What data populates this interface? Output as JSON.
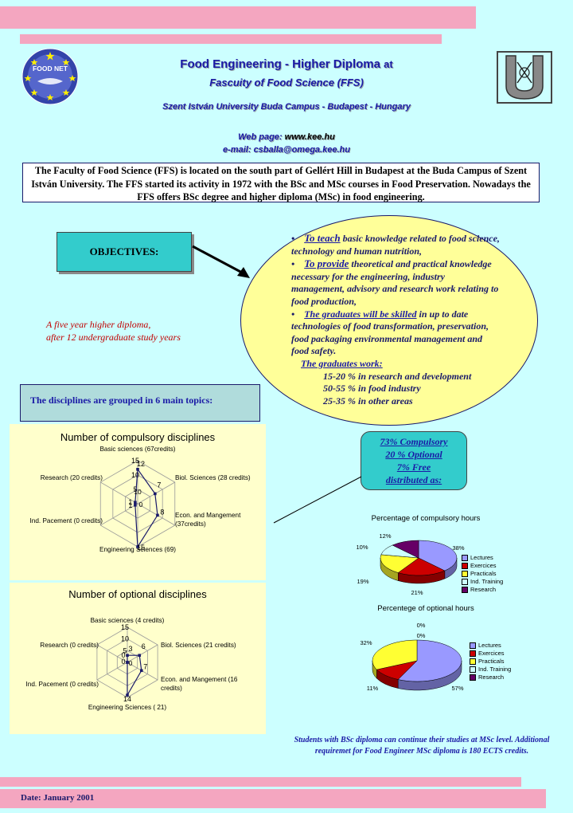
{
  "header": {
    "title": "Food Engineering - Higher Diploma",
    "title_suffix": "at",
    "faculty": "Fascuity of Food Science  (FFS)",
    "university": "Szent István University  Buda Campus -  Budapest - Hungary",
    "web_label": "Web page:",
    "web_value": "www.kee.hu",
    "email_label": "e-mail:",
    "email_value": "csballa@omega.kee.hu"
  },
  "logos": {
    "left_text": "FOOD NET",
    "left_color": "#3344aa",
    "right_letter": "U"
  },
  "intro": "The Faculty of Food Science (FFS) is located on the south part of Gellért Hill in Budapest at the Buda Campus of Szent István University. The FFS started its activity in 1972 with the BSc and MSc courses in Food Preservation. Nowadays the FFS offers  BSc degree and higher diploma (MSc) in food engineering.",
  "objectives": {
    "label": "OBJECTIVES:",
    "teach_kw": "To teach",
    "teach_text": " basic knowledge related to food science, technology and human nutrition,",
    "provide_kw": "To provide",
    "provide_text": " theoretical and practical knowledge  necessary for the engineering, industry management, advisory and research work relating to food production,",
    "graduates_kw": "The graduates will be skilled",
    "graduates_text": " in up to date technologies of food transformation, preservation, food packaging  environmental management and food safety.",
    "work_heading": "The graduates work:",
    "work_items": [
      "15-20 % in research and development",
      "50-55 % in food industry",
      "25-35 % in other areas"
    ]
  },
  "five_year": {
    "line1": "A five year higher diploma,",
    "line2": "after 12 undergraduate study years"
  },
  "disciplines_label": "The disciplines are grouped in 6 main topics:",
  "distribution": {
    "line1": "73% Compulsory",
    "line2": "20 % Optional",
    "line3": "7% Free",
    "line4": "distributed as:"
  },
  "footnote": "Students with BSc diploma can  continue  their studies at MSc level. Additional requiremet  for  Food  Engineer MSc  diploma  is 180 ECTS credits.",
  "date": "Date: January 2001",
  "chart_data": [
    {
      "type": "radar",
      "title": "Number of compulsory disciplines",
      "categories": [
        "Basic sciences (67credits)",
        "Biol. Sciences (28 credits)",
        "Econ. and Mangement (37credits)",
        "Engineering Sciences (69)",
        "Ind. Pacement (0 credits)",
        "Research (20 credits)"
      ],
      "values": [
        12,
        7,
        8,
        15,
        1,
        1
      ],
      "value_labels": [
        "12",
        "7",
        "8",
        "15",
        "1",
        "1"
      ],
      "center_label": "0",
      "extra_label": "10",
      "ticks": [
        "15",
        "10",
        "5"
      ],
      "rmax": 15
    },
    {
      "type": "radar",
      "title": "Number of optional disciplines",
      "categories": [
        "Basic sciences (4 credits)",
        "Biol. Sciences (21 credits)",
        "Econ. and Mangement (16 credits)",
        "Engineering Sciences ( 21)",
        "Ind. Pacement (0 credits)",
        "Research (0 credits)"
      ],
      "values": [
        3,
        6,
        7,
        14,
        0,
        0
      ],
      "value_labels": [
        "3",
        "6",
        "7",
        "14",
        "0",
        "0"
      ],
      "center_label": "0",
      "ticks": [
        "15",
        "10",
        "5"
      ],
      "rmax": 15
    },
    {
      "type": "pie",
      "title": "Percentage of compulsory hours",
      "labels": [
        "Lectures",
        "Exercices",
        "Practicals",
        "Ind. Training",
        "Research"
      ],
      "values": [
        38,
        21,
        19,
        10,
        12
      ],
      "value_labels": [
        "38%",
        "21%",
        "19%",
        "10%",
        "12%"
      ],
      "colors": [
        "#9999ff",
        "#cc0000",
        "#ffff33",
        "#ccffff",
        "#660066"
      ]
    },
    {
      "type": "pie",
      "title": "Percentege of optional hours",
      "labels": [
        "Lectures",
        "Exercices",
        "Practicals",
        "Ind. Training",
        "Research"
      ],
      "values": [
        57,
        11,
        32,
        0,
        0
      ],
      "value_labels": [
        "57%",
        "11%",
        "32%",
        "0%",
        "0%"
      ],
      "colors": [
        "#9999ff",
        "#cc0000",
        "#ffff33",
        "#ccffff",
        "#660066"
      ]
    }
  ]
}
